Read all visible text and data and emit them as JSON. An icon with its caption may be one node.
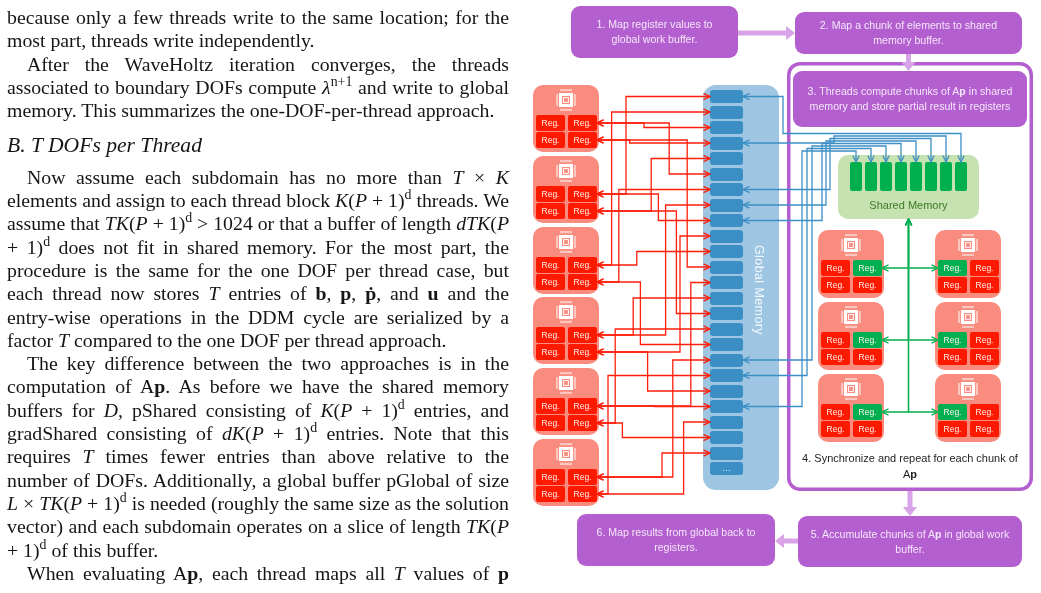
{
  "diagram": {
    "nodes": [
      {
        "text": [
          "1. Map register values to global work buffer."
        ]
      },
      {
        "text": [
          "2. Map a chunk of elements to shared memory buffer."
        ]
      },
      {
        "text": [],
        "shape": "box"
      },
      {
        "text": [
          "Reg."
        ],
        "in": 2
      },
      {
        "text": [
          "Reg."
        ],
        "in": 2
      },
      {
        "text": [
          "Reg."
        ],
        "in": 2
      },
      {
        "text": [
          "Reg."
        ],
        "in": 2
      },
      {
        "text": [],
        "shape": "box"
      },
      {
        "text": [
          "Reg."
        ],
        "in": 7
      },
      {
        "text": [
          "Reg."
        ],
        "in": 7
      },
      {
        "text": [
          "Reg."
        ],
        "in": 7
      },
      {
        "text": [
          "Reg."
        ],
        "in": 7
      },
      {
        "text": [],
        "shape": "box"
      },
      {
        "text": [
          "Reg."
        ],
        "in": 12
      },
      {
        "text": [
          "Reg."
        ],
        "in": 12
      },
      {
        "text": [
          "Reg."
        ],
        "in": 12
      },
      {
        "text": [
          "Reg."
        ],
        "in": 12
      },
      {
        "text": [],
        "shape": "box"
      },
      {
        "text": [
          "Reg."
        ],
        "in": 17
      },
      {
        "text": [
          "Reg."
        ],
        "in": 17
      },
      {
        "text": [
          "Reg."
        ],
        "in": 17
      },
      {
        "text": [
          "Reg."
        ],
        "in": 17
      },
      {
        "text": [],
        "shape": "box"
      },
      {
        "text": [
          "Reg."
        ],
        "in": 22
      },
      {
        "text": [
          "Reg."
        ],
        "in": 22
      },
      {
        "text": [
          "Reg."
        ],
        "in": 22
      },
      {
        "text": [
          "Reg."
        ],
        "in": 22
      },
      {
        "text": [],
        "shape": "box"
      },
      {
        "text": [
          "Reg."
        ],
        "in": 27
      },
      {
        "text": [
          "Reg."
        ],
        "in": 27
      },
      {
        "text": [
          "Reg."
        ],
        "in": 27
      },
      {
        "text": [
          "Reg."
        ],
        "in": 27
      },
      {
        "text": [
          "Global Memory"
        ]
      },
      {
        "text": [],
        "shape": "box",
        "in": 32
      },
      {
        "text": [],
        "shape": "box",
        "in": 32
      },
      {
        "text": [],
        "shape": "box",
        "in": 32
      },
      {
        "text": [],
        "shape": "box",
        "in": 32
      },
      {
        "text": [],
        "shape": "box",
        "in": 32
      },
      {
        "text": [],
        "shape": "box",
        "in": 32
      },
      {
        "text": [],
        "shape": "box",
        "in": 32
      },
      {
        "text": [],
        "shape": "box",
        "in": 32
      },
      {
        "text": [],
        "shape": "box",
        "in": 32
      },
      {
        "text": [],
        "shape": "box",
        "in": 32
      },
      {
        "text": [],
        "shape": "box",
        "in": 32
      },
      {
        "text": [],
        "shape": "box",
        "in": 32
      },
      {
        "text": [],
        "shape": "box",
        "in": 32
      },
      {
        "text": [],
        "shape": "box",
        "in": 32
      },
      {
        "text": [],
        "shape": "box",
        "in": 32
      },
      {
        "text": [],
        "shape": "box",
        "in": 32
      },
      {
        "text": [],
        "shape": "box",
        "in": 32
      },
      {
        "text": [],
        "shape": "box",
        "in": 32
      },
      {
        "text": [],
        "shape": "box",
        "in": 32
      },
      {
        "text": [],
        "shape": "box",
        "in": 32
      },
      {
        "text": [],
        "shape": "box",
        "in": 32
      },
      {
        "text": [],
        "shape": "box",
        "in": 32
      },
      {
        "text": [],
        "shape": "box",
        "in": 32
      },
      {
        "text": [],
        "shape": "box",
        "in": 32
      },
      {
        "text": [
          "…"
        ],
        "in": 32
      },
      {
        "text": [
          "4. Synchronize and repeat for each chunk of A**p**"
        ]
      },
      {
        "text": [
          "3. Threads compute chunks of A**p** in shared memory and store partial result in registers"
        ],
        "in": 58
      },
      {
        "text": [
          "Shared Memory"
        ],
        "in": 58
      },
      {
        "text": [],
        "shape": "box",
        "in": 60
      },
      {
        "text": [],
        "shape": "box",
        "in": 60
      },
      {
        "text": [],
        "shape": "box",
        "in": 60
      },
      {
        "text": [],
        "shape": "box",
        "in": 60
      },
      {
        "text": [],
        "shape": "box",
        "in": 60
      },
      {
        "text": [],
        "shape": "box",
        "in": 60
      },
      {
        "text": [],
        "shape": "box",
        "in": 60
      },
      {
        "text": [],
        "shape": "box",
        "in": 60
      },
      {
        "text": [],
        "shape": "box",
        "in": 58
      },
      {
        "text": [
          "Reg."
        ],
        "in": 69
      },
      {
        "text": [
          "Reg."
        ],
        "in": 69
      },
      {
        "text": [
          "Reg."
        ],
        "in": 69
      },
      {
        "text": [
          "Reg."
        ],
        "in": 69
      },
      {
        "text": [],
        "shape": "box",
        "in": 58
      },
      {
        "text": [
          "Reg."
        ],
        "in": 74
      },
      {
        "text": [
          "Reg."
        ],
        "in": 74
      },
      {
        "text": [
          "Reg."
        ],
        "in": 74
      },
      {
        "text": [
          "Reg."
        ],
        "in": 74
      },
      {
        "text": [],
        "shape": "box",
        "in": 58
      },
      {
        "text": [
          "Reg."
        ],
        "in": 79
      },
      {
        "text": [
          "Reg."
        ],
        "in": 79
      },
      {
        "text": [
          "Reg."
        ],
        "in": 79
      },
      {
        "text": [
          "Reg."
        ],
        "in": 79
      },
      {
        "text": [],
        "shape": "box",
        "in": 58
      },
      {
        "text": [
          "Reg."
        ],
        "in": 84
      },
      {
        "text": [
          "Reg."
        ],
        "in": 84
      },
      {
        "text": [
          "Reg."
        ],
        "in": 84
      },
      {
        "text": [
          "Reg."
        ],
        "in": 84
      },
      {
        "text": [],
        "shape": "box",
        "in": 58
      },
      {
        "text": [
          "Reg."
        ],
        "in": 89
      },
      {
        "text": [
          "Reg."
        ],
        "in": 89
      },
      {
        "text": [
          "Reg."
        ],
        "in": 89
      },
      {
        "text": [
          "Reg."
        ],
        "in": 89
      },
      {
        "text": [],
        "shape": "box",
        "in": 58
      },
      {
        "text": [
          "Reg."
        ],
        "in": 94
      },
      {
        "text": [
          "Reg."
        ],
        "in": 94
      },
      {
        "text": [
          "Reg."
        ],
        "in": 94
      },
      {
        "text": [
          "Reg."
        ],
        "in": 94
      },
      {
        "text": [
          "5. Accumulate chunks of A**p** in global work buffer."
        ]
      },
      {
        "text": [
          "6. Map results from global back to registers."
        ]
      }
    ],
    "edges": [
      {
        "from": 0,
        "to": 1,
        "arrow": "to",
        "style": "thick",
        "color": "#d9a3e8"
      },
      {
        "from": 1,
        "to": 59,
        "arrow": "to",
        "style": "thick",
        "color": "#d9a3e8"
      },
      {
        "from": 58,
        "to": 99,
        "arrow": "to",
        "style": "thick",
        "color": "#d9a3e8"
      },
      {
        "from": 99,
        "to": 100,
        "arrow": "to",
        "style": "thick",
        "color": "#d9a3e8"
      },
      {
        "from": 4,
        "to": 35,
        "arrow": "both"
      },
      {
        "from": 4,
        "to": 38,
        "arrow": "both"
      },
      {
        "from": 6,
        "to": 36,
        "arrow": "both"
      },
      {
        "from": 6,
        "to": 44,
        "arrow": "both"
      },
      {
        "from": 9,
        "to": 33,
        "arrow": "both"
      },
      {
        "from": 9,
        "to": 41,
        "arrow": "both"
      },
      {
        "from": 11,
        "to": 37,
        "arrow": "both"
      },
      {
        "from": 11,
        "to": 47,
        "arrow": "both"
      },
      {
        "from": 14,
        "to": 34,
        "arrow": "both"
      },
      {
        "from": 14,
        "to": 43,
        "arrow": "both"
      },
      {
        "from": 16,
        "to": 39,
        "arrow": "both"
      },
      {
        "from": 16,
        "to": 49,
        "arrow": "both"
      },
      {
        "from": 19,
        "to": 40,
        "arrow": "both"
      },
      {
        "from": 19,
        "to": 46,
        "arrow": "both"
      },
      {
        "from": 21,
        "to": 42,
        "arrow": "both"
      },
      {
        "from": 21,
        "to": 52,
        "arrow": "both"
      },
      {
        "from": 24,
        "to": 45,
        "arrow": "both"
      },
      {
        "from": 24,
        "to": 53,
        "arrow": "both"
      },
      {
        "from": 26,
        "to": 48,
        "arrow": "both"
      },
      {
        "from": 26,
        "to": 55,
        "arrow": "both"
      },
      {
        "from": 29,
        "to": 50,
        "arrow": "both"
      },
      {
        "from": 29,
        "to": 56,
        "arrow": "both"
      },
      {
        "from": 31,
        "to": 51,
        "arrow": "both"
      },
      {
        "from": 31,
        "to": 54,
        "arrow": "both"
      },
      {
        "from": 61,
        "to": 53,
        "arrow": "both",
        "color": "#3d8fc6"
      },
      {
        "from": 62,
        "to": 51,
        "arrow": "both",
        "color": "#3d8fc6"
      },
      {
        "from": 63,
        "to": 50,
        "arrow": "both",
        "color": "#3d8fc6"
      },
      {
        "from": 64,
        "to": 41,
        "arrow": "both",
        "color": "#3d8fc6"
      },
      {
        "from": 65,
        "to": 40,
        "arrow": "both",
        "color": "#3d8fc6"
      },
      {
        "from": 66,
        "to": 39,
        "arrow": "both",
        "color": "#3d8fc6"
      },
      {
        "from": 67,
        "to": 36,
        "arrow": "both",
        "color": "#3d8fc6"
      },
      {
        "from": 68,
        "to": 33,
        "arrow": "both",
        "color": "#3d8fc6"
      },
      {
        "from": 71,
        "to": 60,
        "arrow": "both",
        "color": "#00b050"
      },
      {
        "from": 75,
        "to": 60,
        "arrow": "both",
        "color": "#00b050"
      },
      {
        "from": 81,
        "to": 60,
        "arrow": "both",
        "color": "#00b050"
      },
      {
        "from": 85,
        "to": 60,
        "arrow": "both",
        "color": "#00b050"
      },
      {
        "from": 91,
        "to": 60,
        "arrow": "both",
        "color": "#00b050"
      },
      {
        "from": 95,
        "to": 60,
        "arrow": "both",
        "color": "#00b050"
      }
    ],
    "labels": [
      "because only a few threads write to the same location; for the most part, threads write independently.",
      "After the WaveHoltz iteration converges, the threads associated to boundary DOFs compute *λ*$^{n+1}$ and write to global memory. This summarizes the one-DOF-per-thread approach.",
      "B. T DOFs per Thread",
      "Now assume each subdomain has no more than *T* × *K* elements and assign to each thread block *K*(*P* + 1)$^{d}$ threads. We assume that *TK*(*P* + 1)$^{d}$ > 1024 or that a buffer of length *dTK*(*P* + 1)$^{d}$ does not fit in shared memory. For the most part, the procedure is the same for the one DOF per thread case, but each thread now stores *T* entries of **b**, **p**, **ṗ**, and **u** and the entry-wise operations in the DDM cycle are serialized by a factor *T* compared to the one DOF per thread approach.",
      "The key difference between the two approaches is in the computation of A**p**. As before we have the shared memory buffers for *D*, pShared consisting of *K*(*P* + 1)$^{d}$ entries, and gradShared consisting of *dK*(*P* + 1)$^{d}$ entries. Note that this requires *T* times fewer entries than above relative to the number of DOFs. Additionally, a global buffer pGlobal of size *L* × *TK*(*P* + 1)$^{d}$ is needed (roughly the same size as the solution vector) and each subdomain operates on a slice of length *TK*(*P* + 1)$^{d}$ of this buffer.",
      "When evaluating A**p**, each thread maps all *T* values of **p**"
    ]
  }
}
